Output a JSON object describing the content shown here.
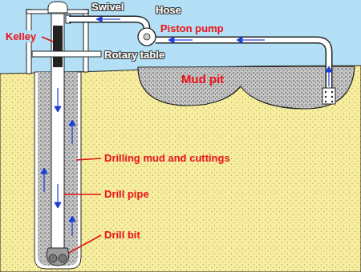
{
  "diagram": {
    "labels": [
      "Swivel",
      "Hose",
      "Kelley",
      "Piston pump",
      "Rotary table",
      "Mud pit",
      "Drilling mud and cuttings",
      "Drill pipe",
      "Drill bit"
    ]
  }
}
